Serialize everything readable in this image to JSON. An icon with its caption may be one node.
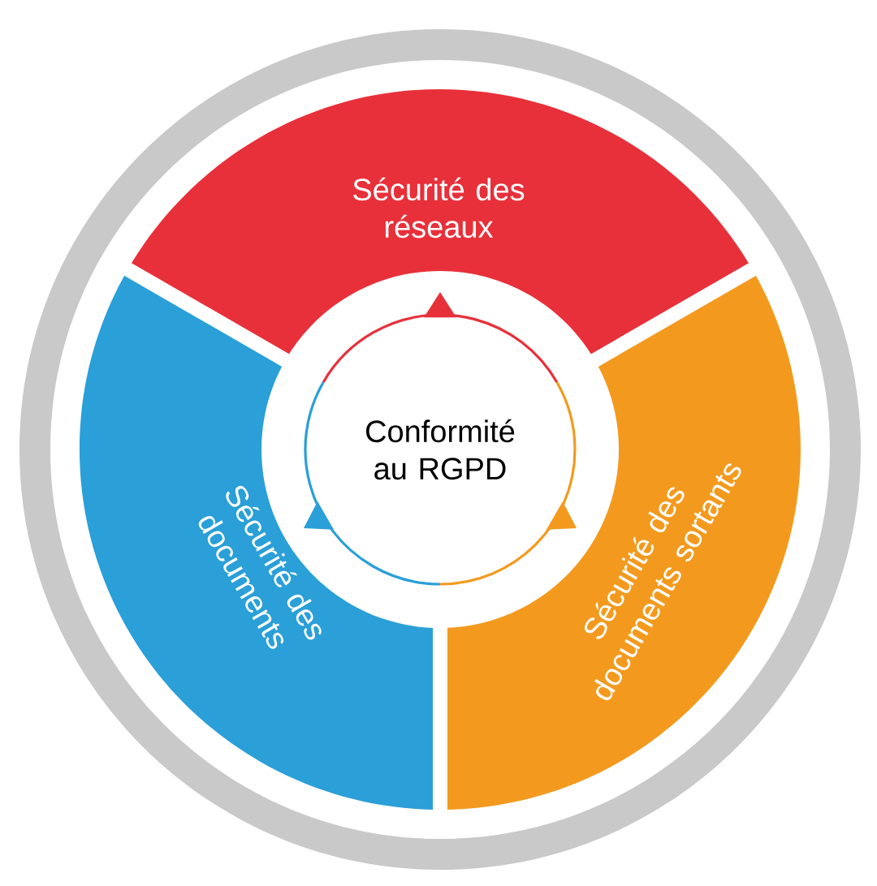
{
  "diagram": {
    "nodes": [
      {
        "text": [
          "Sécurité des réseaux"
        ]
      },
      {
        "text": [
          "Sécurité des documents"
        ]
      },
      {
        "text": [
          "Sécurité des documents sortants"
        ]
      },
      {
        "text": [
          "Conformité au RGPD"
        ]
      }
    ]
  }
}
